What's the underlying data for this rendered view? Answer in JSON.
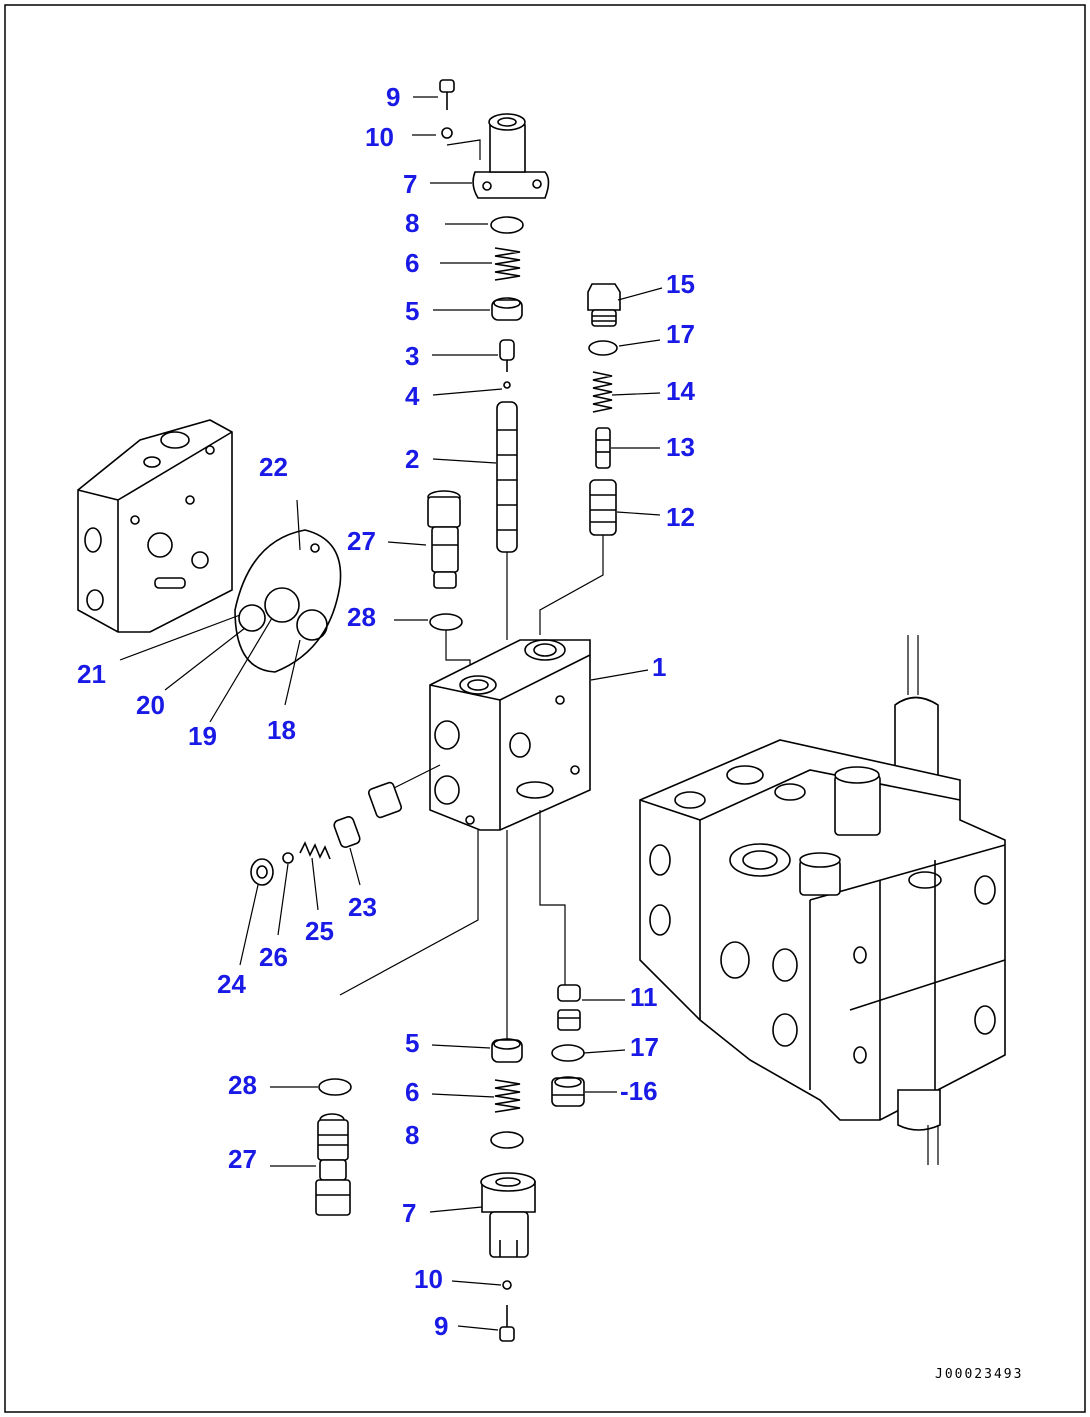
{
  "diagram": {
    "drawing_code": "J00023493",
    "callouts": [
      {
        "id": "c9a",
        "label": "9"
      },
      {
        "id": "c10a",
        "label": "10"
      },
      {
        "id": "c7a",
        "label": "7"
      },
      {
        "id": "c8a",
        "label": "8"
      },
      {
        "id": "c6a",
        "label": "6"
      },
      {
        "id": "c5a",
        "label": "5"
      },
      {
        "id": "c3",
        "label": "3"
      },
      {
        "id": "c4",
        "label": "4"
      },
      {
        "id": "c2",
        "label": "2"
      },
      {
        "id": "c27a",
        "label": "27"
      },
      {
        "id": "c28a",
        "label": "28"
      },
      {
        "id": "c22",
        "label": "22"
      },
      {
        "id": "c21",
        "label": "21"
      },
      {
        "id": "c20",
        "label": "20"
      },
      {
        "id": "c19",
        "label": "19"
      },
      {
        "id": "c18",
        "label": "18"
      },
      {
        "id": "c15",
        "label": "15"
      },
      {
        "id": "c17a",
        "label": "17"
      },
      {
        "id": "c14",
        "label": "14"
      },
      {
        "id": "c13",
        "label": "13"
      },
      {
        "id": "c12",
        "label": "12"
      },
      {
        "id": "c1",
        "label": "1"
      },
      {
        "id": "c23",
        "label": "23"
      },
      {
        "id": "c25",
        "label": "25"
      },
      {
        "id": "c26",
        "label": "26"
      },
      {
        "id": "c24",
        "label": "24"
      },
      {
        "id": "c11",
        "label": "11"
      },
      {
        "id": "c5b",
        "label": "5"
      },
      {
        "id": "c17b",
        "label": "17"
      },
      {
        "id": "c6b",
        "label": "6"
      },
      {
        "id": "c16",
        "label": "-16"
      },
      {
        "id": "c8b",
        "label": "8"
      },
      {
        "id": "c28b",
        "label": "28"
      },
      {
        "id": "c27b",
        "label": "27"
      },
      {
        "id": "c7b",
        "label": "7"
      },
      {
        "id": "c10b",
        "label": "10"
      },
      {
        "id": "c9b",
        "label": "9"
      }
    ]
  }
}
